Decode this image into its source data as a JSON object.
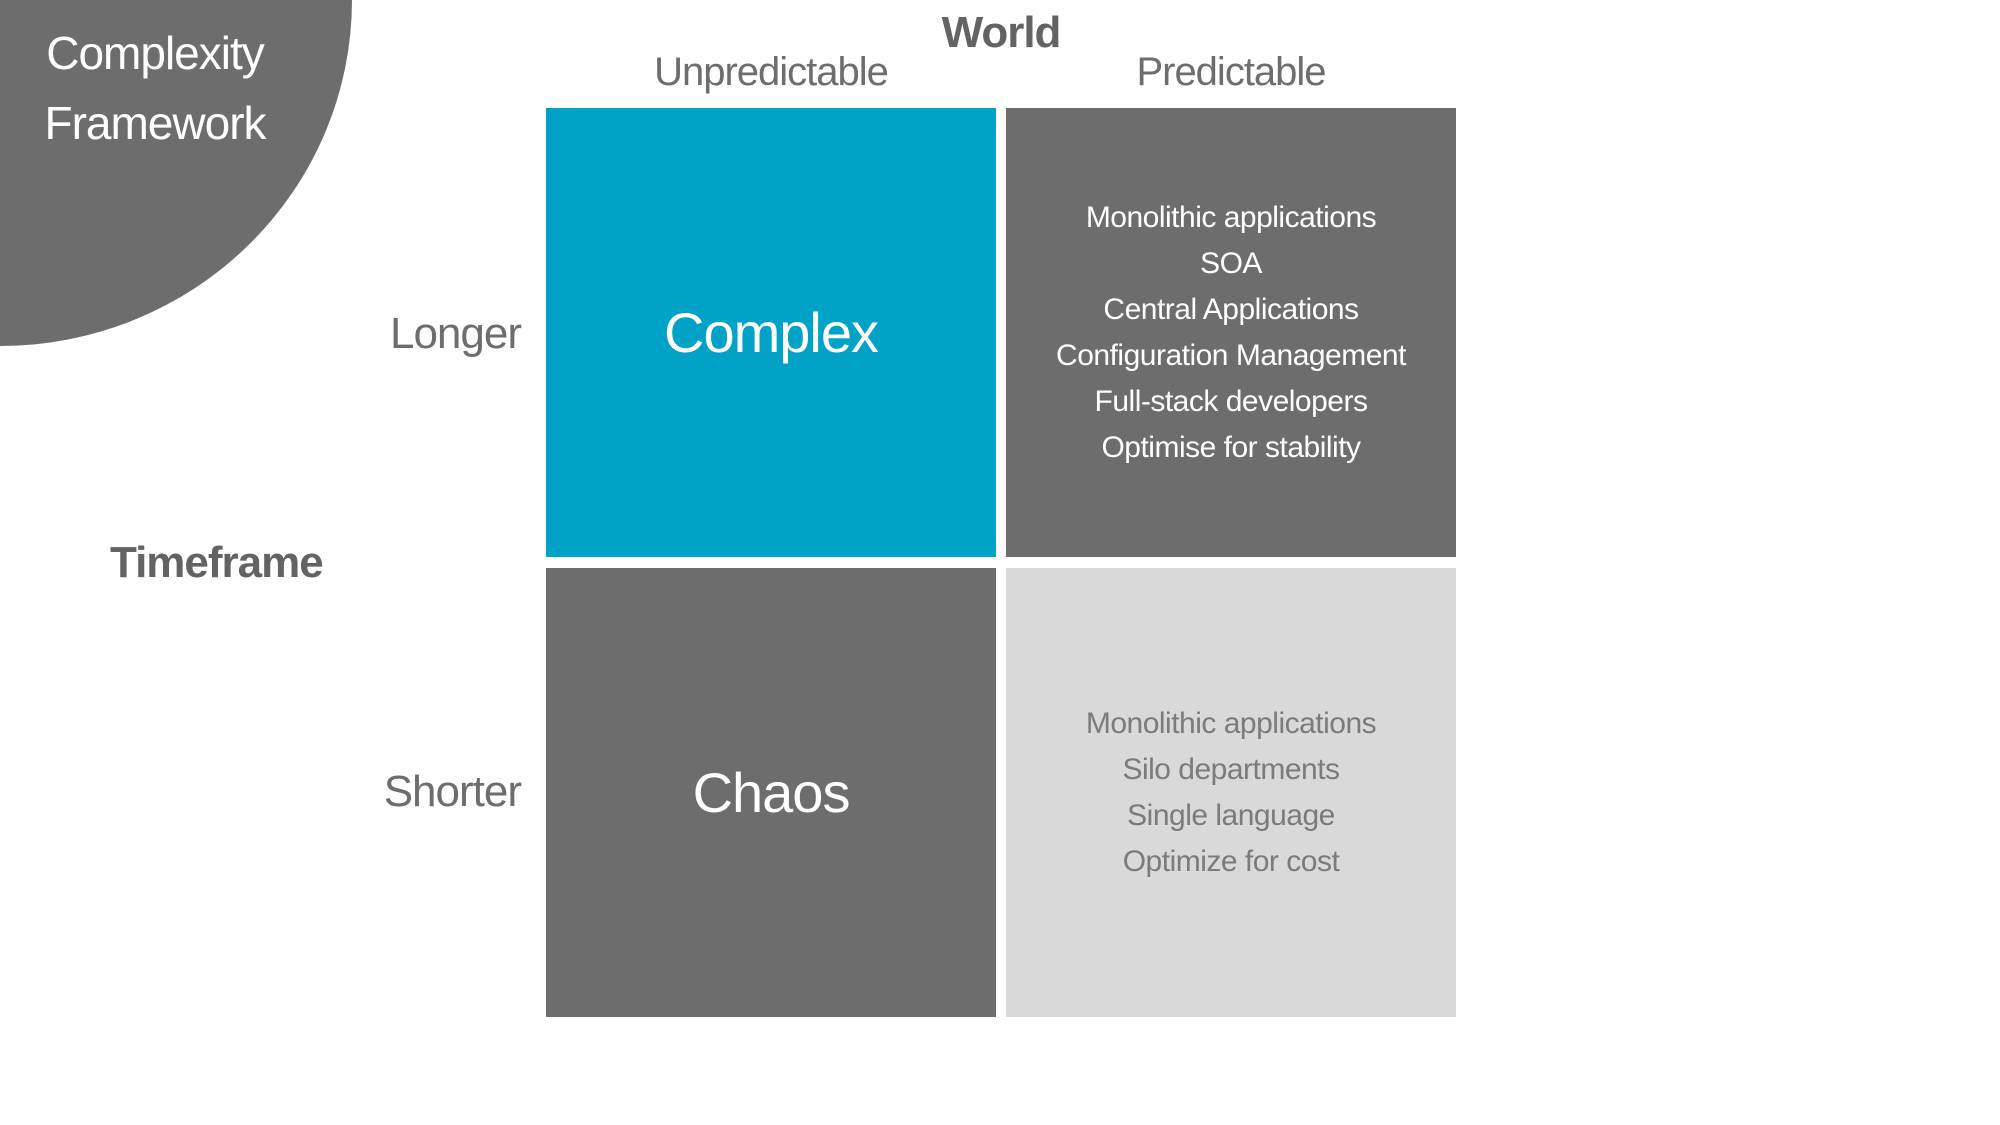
{
  "slide": {
    "title_line1": "Complexity",
    "title_line2": "Framework"
  },
  "axes": {
    "world": "World",
    "unpredictable": "Unpredictable",
    "predictable": "Predictable",
    "timeframe": "Timeframe",
    "longer": "Longer",
    "shorter": "Shorter"
  },
  "quadrants": {
    "complex": {
      "label": "Complex"
    },
    "predictable_longer": {
      "items": [
        "Monolithic applications",
        "SOA",
        "Central Applications",
        "Configuration Management",
        "Full-stack developers",
        "Optimise for stability"
      ]
    },
    "chaos": {
      "label": "Chaos"
    },
    "predictable_shorter": {
      "items": [
        "Monolithic applications",
        "Silo departments",
        "Single language",
        "Optimize for cost"
      ]
    }
  },
  "colors": {
    "accent_cyan": "#00a2c8",
    "dark_gray": "#6d6d6d",
    "light_gray": "#d9d9d9",
    "label_gray": "#6d6d6d",
    "bold_label_gray": "#636363",
    "list_on_light_gray": "#7b7b7b",
    "white": "#ffffff"
  }
}
